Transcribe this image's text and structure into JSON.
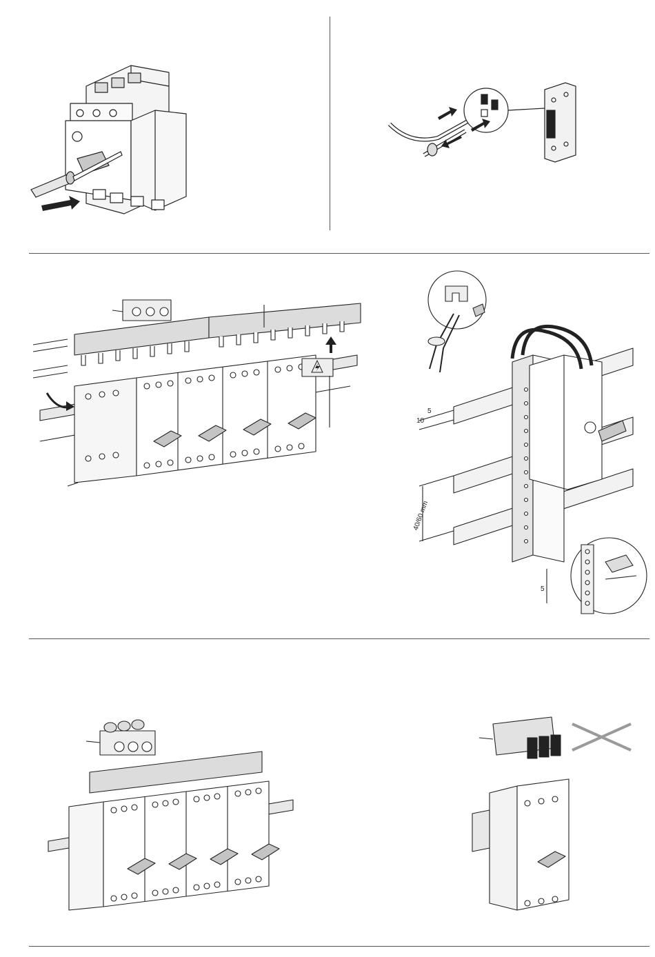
{
  "dimensions": {
    "gap_10": "10",
    "gap_5": "5",
    "rail_spacing": "40/60 mm",
    "screw_pitch": "5"
  },
  "colors": {
    "line": "#222222",
    "light_fill": "#eeeeee",
    "mid_fill": "#d8d8d8",
    "dark_fill": "#b5b5b5",
    "cross_gray": "#9a9a9a"
  },
  "icons": [
    "screwdriver-icon",
    "push-arrow-icon",
    "pliers-icon",
    "warning-lightning-icon",
    "cross-out-icon"
  ]
}
